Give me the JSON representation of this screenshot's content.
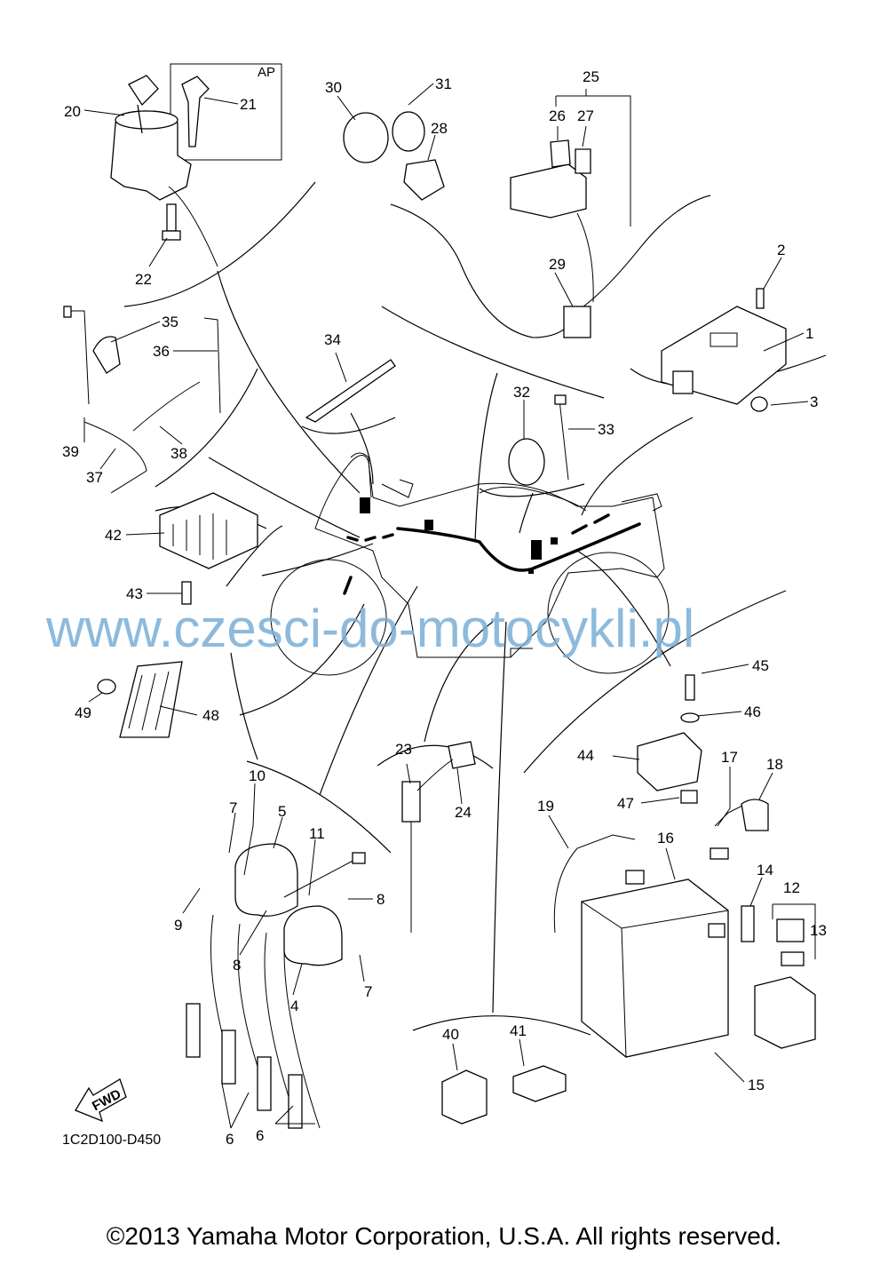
{
  "diagram": {
    "watermark": "www.czesci-do-motocykli.pl",
    "ap_box_label": "AP",
    "diagram_code": "1C2D100-D450",
    "fwd_label": "FWD",
    "parts": {
      "p1": "1",
      "p2": "2",
      "p3": "3",
      "p4": "4",
      "p5": "5",
      "p6a": "6",
      "p6b": "6",
      "p7a": "7",
      "p7b": "7",
      "p8a": "8",
      "p8b": "8",
      "p9": "9",
      "p10": "10",
      "p11": "11",
      "p12": "12",
      "p13": "13",
      "p14": "14",
      "p15": "15",
      "p16": "16",
      "p17": "17",
      "p18": "18",
      "p19": "19",
      "p20": "20",
      "p21": "21",
      "p22": "22",
      "p23": "23",
      "p24": "24",
      "p25": "25",
      "p26": "26",
      "p27": "27",
      "p28": "28",
      "p29": "29",
      "p30": "30",
      "p31": "31",
      "p32": "32",
      "p33": "33",
      "p34": "34",
      "p35": "35",
      "p36": "36",
      "p37": "37",
      "p38": "38",
      "p39": "39",
      "p40": "40",
      "p41": "41",
      "p42": "42",
      "p43": "43",
      "p44": "44",
      "p45": "45",
      "p46": "46",
      "p47": "47",
      "p48": "48",
      "p49": "49"
    }
  },
  "footer": {
    "copyright": "©2013 Yamaha Motor Corporation, U.S.A. All rights reserved."
  }
}
